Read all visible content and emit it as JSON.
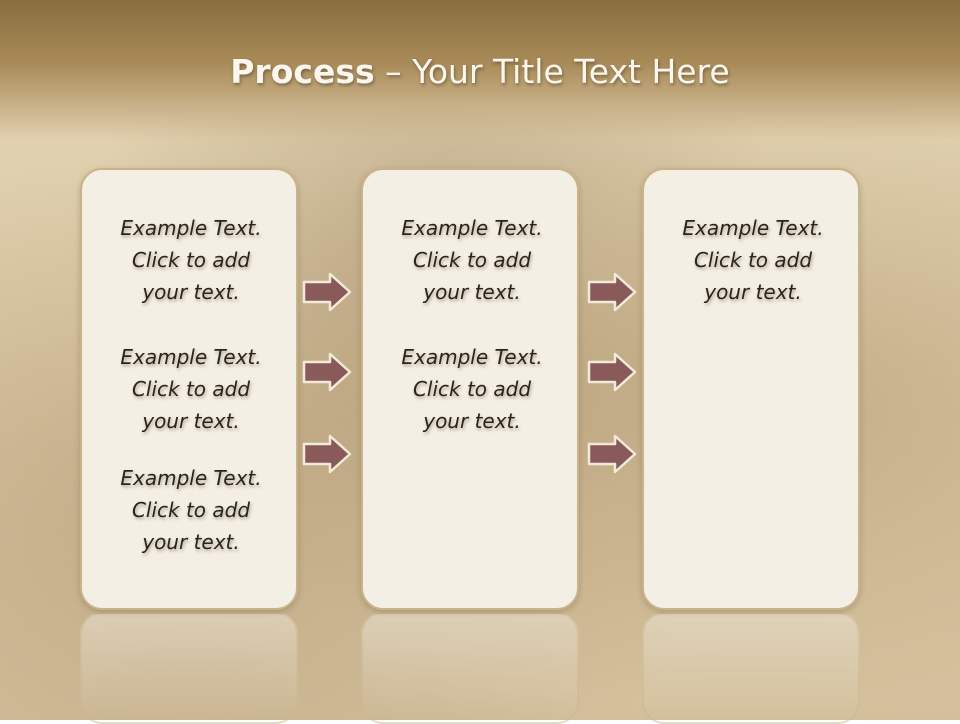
{
  "slide": {
    "title_bold": "Process",
    "title_rest": " – Your Title Text Here",
    "columns": [
      {
        "items": [
          "Example Text.\nClick  to add\nyour text.",
          "Example Text.\nClick  to add\nyour text.",
          "Example Text.\nClick  to add\nyour text."
        ]
      },
      {
        "items": [
          "Example Text.\nClick  to add\nyour text.",
          "Example Text.\nClick  to add\nyour text."
        ]
      },
      {
        "items": [
          "Example Text.\nClick  to add\nyour text."
        ]
      }
    ]
  },
  "colors": {
    "arrow_fill": "#8a5a5a",
    "panel_fill": "#f4efe5",
    "panel_border": "#c9b48a",
    "header": "#a88b58"
  }
}
